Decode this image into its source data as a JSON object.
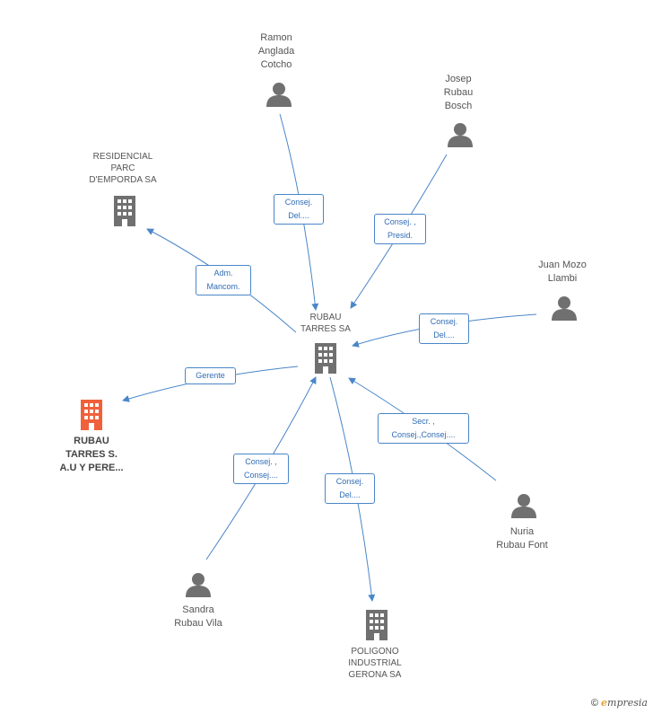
{
  "nodes": {
    "center": {
      "label": "RUBAU\nTARRES SA",
      "icon": "building-icon"
    },
    "ramon": {
      "label": "Ramon\nAnglada\nCotcho",
      "icon": "person-icon"
    },
    "josep": {
      "label": "Josep\nRubau\nBosch",
      "icon": "person-icon"
    },
    "residencial": {
      "label": "RESIDENCIAL\nPARC\nD'EMPORDA SA",
      "icon": "building-icon"
    },
    "juan": {
      "label": "Juan Mozo\nLlambi",
      "icon": "person-icon"
    },
    "rubau_pere": {
      "label": "RUBAU\nTARRES S.\nA.U Y PERE...",
      "icon": "building-icon"
    },
    "nuria": {
      "label": "Nuria\nRubau Font",
      "icon": "person-icon"
    },
    "sandra": {
      "label": "Sandra\nRubau Vila",
      "icon": "person-icon"
    },
    "poligono": {
      "label": "POLIGONO\nINDUSTRIAL\nGERONA SA",
      "icon": "building-icon"
    }
  },
  "edges": {
    "ramon": "Consej.\nDel....",
    "josep": "Consej. ,\nPresid.",
    "residencial": "Adm.\nMancom.",
    "juan": "Consej.\nDel....",
    "rubau_pere": "Gerente",
    "nuria": "Secr. ,\nConsej.,Consej....",
    "sandra": "Consej. ,\nConsej....",
    "poligono": "Consej.\nDel...."
  },
  "colors": {
    "edge": "#4a86c8",
    "icon_gray": "#707070",
    "icon_highlight": "#f0603a"
  },
  "footer": {
    "copyright": "©",
    "brand_e": "e",
    "brand_rest": "mpresia"
  }
}
